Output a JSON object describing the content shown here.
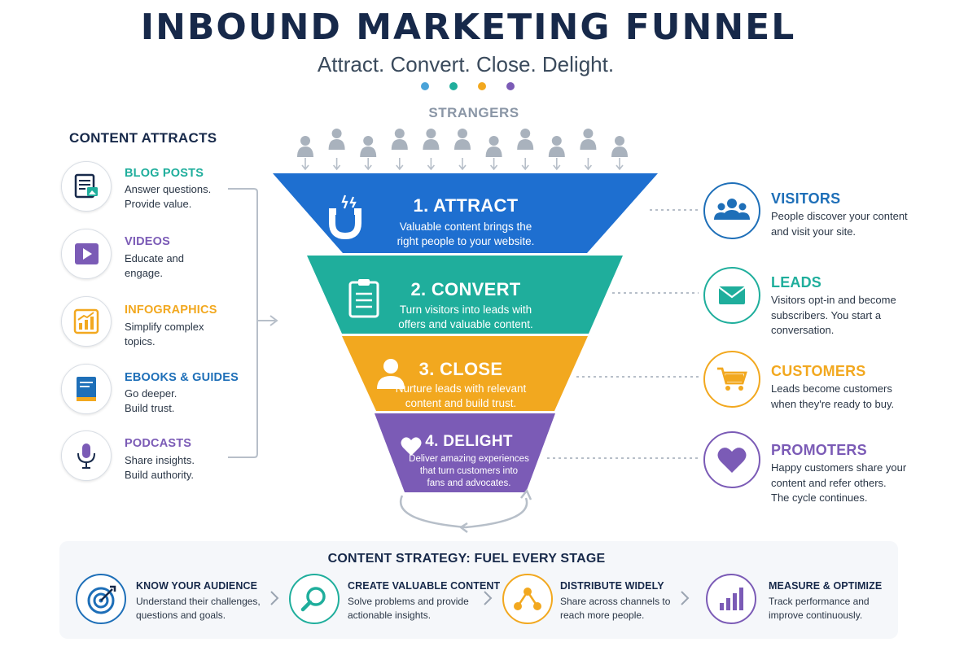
{
  "header": {
    "title": "INBOUND MARKETING FUNNEL",
    "subtitle": "Attract. Convert. Close. Delight.",
    "dot_colors": [
      "#4aa3d9",
      "#1fae9c",
      "#f2a81f",
      "#7b5bb6"
    ]
  },
  "strangers": {
    "label": "STRANGERS",
    "icon": "person-icon",
    "count": 11,
    "color": "#a9b2bd"
  },
  "content_attracts": {
    "heading": "CONTENT ATTRACTS",
    "items": [
      {
        "title": "BLOG POSTS",
        "desc_line1": "Answer questions.",
        "desc_line2": "Provide value.",
        "icon": "blog-post-icon",
        "color": "#1fae9c"
      },
      {
        "title": "VIDEOS",
        "desc_line1": "Educate and",
        "desc_line2": "engage.",
        "icon": "video-play-icon",
        "color": "#7b5bb6"
      },
      {
        "title": "INFOGRAPHICS",
        "desc_line1": "Simplify complex",
        "desc_line2": "topics.",
        "icon": "infographic-chart-icon",
        "color": "#f2a81f"
      },
      {
        "title": "EBOOKS & GUIDES",
        "desc_line1": "Go deeper.",
        "desc_line2": "Build trust.",
        "icon": "ebook-icon",
        "color": "#1e6fb8"
      },
      {
        "title": "PODCASTS",
        "desc_line1": "Share insights.",
        "desc_line2": "Build authority.",
        "icon": "microphone-icon",
        "color": "#7b5bb6"
      }
    ]
  },
  "funnel": {
    "stages": [
      {
        "title": "1. ATTRACT",
        "desc_line1": "Valuable content brings the",
        "desc_line2": "right people to your website.",
        "icon": "magnet-icon",
        "color": "#1e6fd0"
      },
      {
        "title": "2. CONVERT",
        "desc_line1": "Turn visitors into leads with",
        "desc_line2": "offers and valuable content.",
        "icon": "clipboard-icon",
        "color": "#1fae9c"
      },
      {
        "title": "3. CLOSE",
        "desc_line1": "Nurture leads with relevant",
        "desc_line2": "content and build trust.",
        "icon": "person-icon",
        "color": "#f2a81f"
      },
      {
        "title": "4. DELIGHT",
        "desc_line1": "Deliver amazing experiences",
        "desc_line2": "that turn customers into",
        "desc_line3": "fans and advocates.",
        "icon": "heart-icon",
        "color": "#7b5bb6"
      }
    ],
    "cycle_icon": "cycle-arrow-icon"
  },
  "outcomes": [
    {
      "title": "VISITORS",
      "desc_line1": "People discover your content",
      "desc_line2": "and visit your site.",
      "desc_line3": "",
      "icon": "group-icon",
      "color": "#1e6fb8"
    },
    {
      "title": "LEADS",
      "desc_line1": "Visitors opt-in and become",
      "desc_line2": "subscribers. You start a",
      "desc_line3": "conversation.",
      "icon": "envelope-icon",
      "color": "#1fae9c"
    },
    {
      "title": "CUSTOMERS",
      "desc_line1": "Leads become customers",
      "desc_line2": "when they're ready to buy.",
      "desc_line3": "",
      "icon": "shopping-cart-icon",
      "color": "#f2a81f"
    },
    {
      "title": "PROMOTERS",
      "desc_line1": "Happy customers share your",
      "desc_line2": "content and refer others.",
      "desc_line3": "The cycle continues.",
      "icon": "heart-icon",
      "color": "#7b5bb6"
    }
  ],
  "strategy": {
    "title": "CONTENT STRATEGY: FUEL EVERY STAGE",
    "steps": [
      {
        "title": "KNOW YOUR AUDIENCE",
        "desc_line1": "Understand their challenges,",
        "desc_line2": "questions and goals.",
        "icon": "target-icon",
        "color": "#1e6fb8"
      },
      {
        "title": "CREATE VALUABLE CONTENT",
        "desc_line1": "Solve problems and provide",
        "desc_line2": "actionable insights.",
        "icon": "magnifier-icon",
        "color": "#1fae9c"
      },
      {
        "title": "DISTRIBUTE WIDELY",
        "desc_line1": "Share across channels to",
        "desc_line2": "reach more people.",
        "icon": "share-icon",
        "color": "#f2a81f"
      },
      {
        "title": "MEASURE & OPTIMIZE",
        "desc_line1": "Track performance and",
        "desc_line2": "improve continuously.",
        "icon": "bar-chart-icon",
        "color": "#7b5bb6"
      }
    ]
  }
}
